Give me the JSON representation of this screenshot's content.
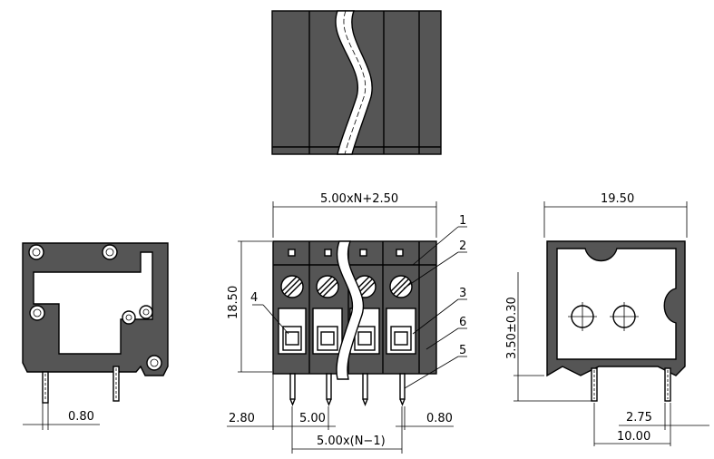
{
  "views": {
    "top": "top-view",
    "side_left": "left-side-view",
    "front": "front-view",
    "side_right": "right-side-view"
  },
  "dimensions": {
    "overall_width": "5.00xN+2.50",
    "height": "18.50",
    "pitch": "5.00",
    "pitch_n": "5.00x(N−1)",
    "left_offset": "2.80",
    "pin_width_front": "0.80",
    "pin_width_left": "0.80",
    "side_depth": "19.50",
    "pin_height": "3.50±0.30",
    "row_offset": "2.75",
    "row_spacing": "10.00"
  },
  "callouts": [
    "1",
    "2",
    "3",
    "4",
    "5",
    "6"
  ],
  "colors": {
    "housing": "#555555",
    "line": "#000000",
    "background": "#ffffff"
  }
}
